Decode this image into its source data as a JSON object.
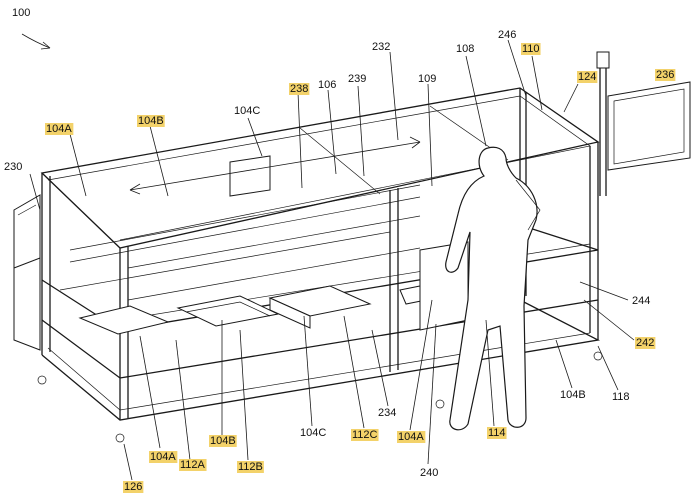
{
  "figure": {
    "colors": {
      "line": "#1a1a1a",
      "highlight": "#f3d26a",
      "background": "#ffffff"
    },
    "labels": [
      {
        "id": "100",
        "text": "100",
        "highlighted": false
      },
      {
        "id": "104A_top",
        "text": "104A",
        "highlighted": true
      },
      {
        "id": "104B_top",
        "text": "104B",
        "highlighted": true
      },
      {
        "id": "104C_top",
        "text": "104C",
        "highlighted": false
      },
      {
        "id": "238",
        "text": "238",
        "highlighted": true
      },
      {
        "id": "106",
        "text": "106",
        "highlighted": false
      },
      {
        "id": "239",
        "text": "239",
        "highlighted": false
      },
      {
        "id": "232",
        "text": "232",
        "highlighted": false
      },
      {
        "id": "109",
        "text": "109",
        "highlighted": false
      },
      {
        "id": "108",
        "text": "108",
        "highlighted": false
      },
      {
        "id": "246",
        "text": "246",
        "highlighted": false
      },
      {
        "id": "110",
        "text": "110",
        "highlighted": true
      },
      {
        "id": "124",
        "text": "124",
        "highlighted": true
      },
      {
        "id": "236",
        "text": "236",
        "highlighted": true
      },
      {
        "id": "230",
        "text": "230",
        "highlighted": false
      },
      {
        "id": "244",
        "text": "244",
        "highlighted": false
      },
      {
        "id": "242",
        "text": "242",
        "highlighted": true
      },
      {
        "id": "104B_right",
        "text": "104B",
        "highlighted": false
      },
      {
        "id": "118",
        "text": "118",
        "highlighted": false
      },
      {
        "id": "104A_bottom",
        "text": "104A",
        "highlighted": true
      },
      {
        "id": "112A",
        "text": "112A",
        "highlighted": true
      },
      {
        "id": "104B_bottom",
        "text": "104B",
        "highlighted": true
      },
      {
        "id": "112B",
        "text": "112B",
        "highlighted": true
      },
      {
        "id": "104C_bottom",
        "text": "104C",
        "highlighted": false
      },
      {
        "id": "112C",
        "text": "112C",
        "highlighted": true
      },
      {
        "id": "234",
        "text": "234",
        "highlighted": false
      },
      {
        "id": "104A_mid",
        "text": "104A",
        "highlighted": true
      },
      {
        "id": "114",
        "text": "114",
        "highlighted": true
      },
      {
        "id": "240",
        "text": "240",
        "highlighted": false
      },
      {
        "id": "126",
        "text": "126",
        "highlighted": true
      }
    ]
  }
}
